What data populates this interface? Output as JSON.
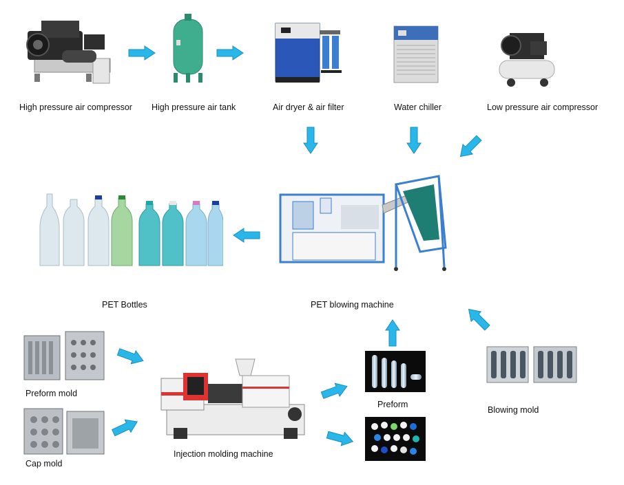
{
  "labels": {
    "hp_compressor": "High pressure air compressor",
    "hp_tank": "High pressure air tank",
    "air_dryer": "Air dryer & air filter",
    "water_chiller": "Water chiller",
    "lp_compressor": "Low pressure air compressor",
    "pet_bottles": "PET Bottles",
    "pet_blowing_machine": "PET blowing machine",
    "preform_mold": "Preform mold",
    "cap_mold": "Cap mold",
    "injection_machine": "Injection molding machine",
    "preform": "Preform",
    "blowing_mold": "Blowing mold"
  },
  "colors": {
    "arrow_fill": "#29b6e8",
    "arrow_stroke": "#1a8fbf",
    "tank_green": "#3fae8e",
    "machine_blue": "#3a7fd0",
    "chiller_blue": "#3d6fb8"
  },
  "icons": {
    "hp_compressor": "compressor-icon",
    "hp_tank": "air-tank-icon",
    "air_dryer": "air-dryer-icon",
    "water_chiller": "chiller-icon",
    "lp_compressor": "compressor-icon",
    "pet_bottles": "bottles-icon",
    "pet_blowing_machine": "blowing-machine-icon",
    "preform_mold": "mold-icon",
    "cap_mold": "mold-icon",
    "injection_machine": "injection-machine-icon",
    "preform": "preform-icon",
    "caps": "caps-icon",
    "blowing_mold": "mold-icon"
  }
}
